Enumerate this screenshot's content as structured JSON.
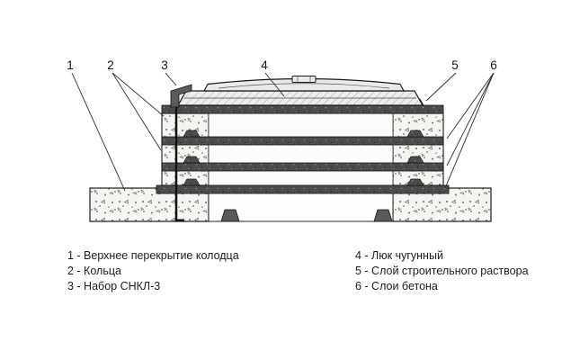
{
  "figure": {
    "callouts": [
      "1",
      "2",
      "3",
      "4",
      "5",
      "6"
    ],
    "legend_left": [
      "1 - Верхнее перекрытие колодца",
      "2 - Кольца",
      "3 - Набор СНКЛ-3"
    ],
    "legend_right": [
      "4 - Люк чугунный",
      "5 - Слой строительного раствора",
      "6 - Слои бетона"
    ],
    "colors": {
      "ink": "#1a1a1a",
      "band_fill": "#4c4c4c",
      "concrete_fill": "#f5f4f1",
      "background": "#ffffff"
    }
  }
}
